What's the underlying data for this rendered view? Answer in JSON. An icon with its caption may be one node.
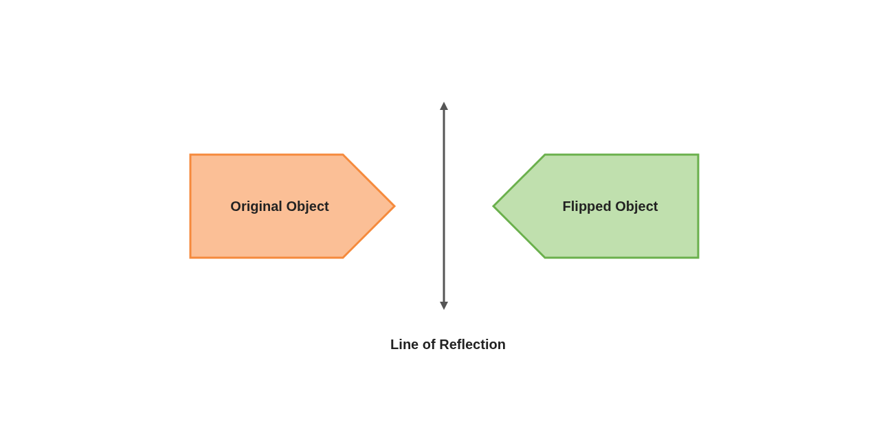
{
  "diagram": {
    "nodes": [
      {
        "text": [
          "Original Object"
        ]
      },
      {
        "text": [
          "Flipped Object"
        ]
      }
    ],
    "edges": [],
    "labels": [
      "Line of Reflection"
    ]
  }
}
